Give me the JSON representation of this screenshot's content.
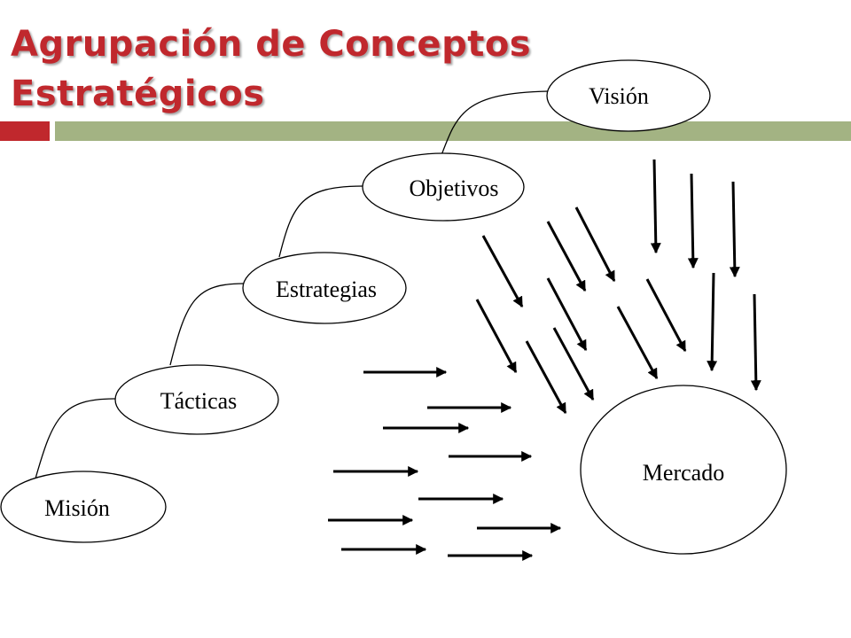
{
  "title": {
    "line1": "Agrupación de Conceptos",
    "line2": "Estratégicos"
  },
  "colors": {
    "title": "#c0282d",
    "accent_red": "#c0282d",
    "accent_green": "#a3b383",
    "stroke": "#000000"
  },
  "nodes": {
    "vision": "Visión",
    "objetivos": "Objetivos",
    "estrategias": "Estrategias",
    "tacticas": "Tácticas",
    "mision": "Misión",
    "mercado": "Mercado"
  }
}
